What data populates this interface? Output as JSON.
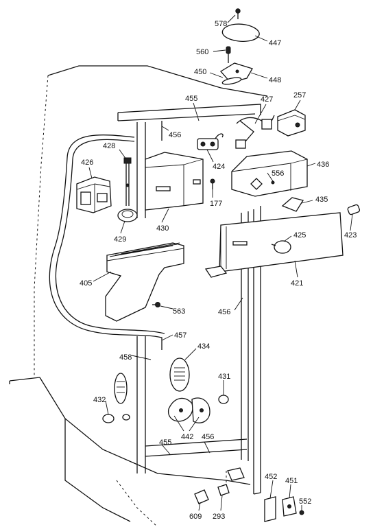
{
  "callouts": {
    "p578": "578",
    "p447": "447",
    "p560": "560",
    "p450": "450",
    "p448": "448",
    "p455_top": "455",
    "p427": "427",
    "p257": "257",
    "p456_top": "456",
    "p428": "428",
    "p426": "426",
    "p424": "424",
    "p556": "556",
    "p436": "436",
    "p177": "177",
    "p430": "430",
    "p435": "435",
    "p429": "429",
    "p423": "423",
    "p425": "425",
    "p405": "405",
    "p421": "421",
    "p563": "563",
    "p456_mid": "456",
    "p457": "457",
    "p458": "458",
    "p434": "434",
    "p431": "431",
    "p432": "432",
    "p442": "442",
    "p455_bot": "455",
    "p456_bot": "456",
    "p452": "452",
    "p451": "451",
    "p609": "609",
    "p293": "293",
    "p552": "552"
  }
}
